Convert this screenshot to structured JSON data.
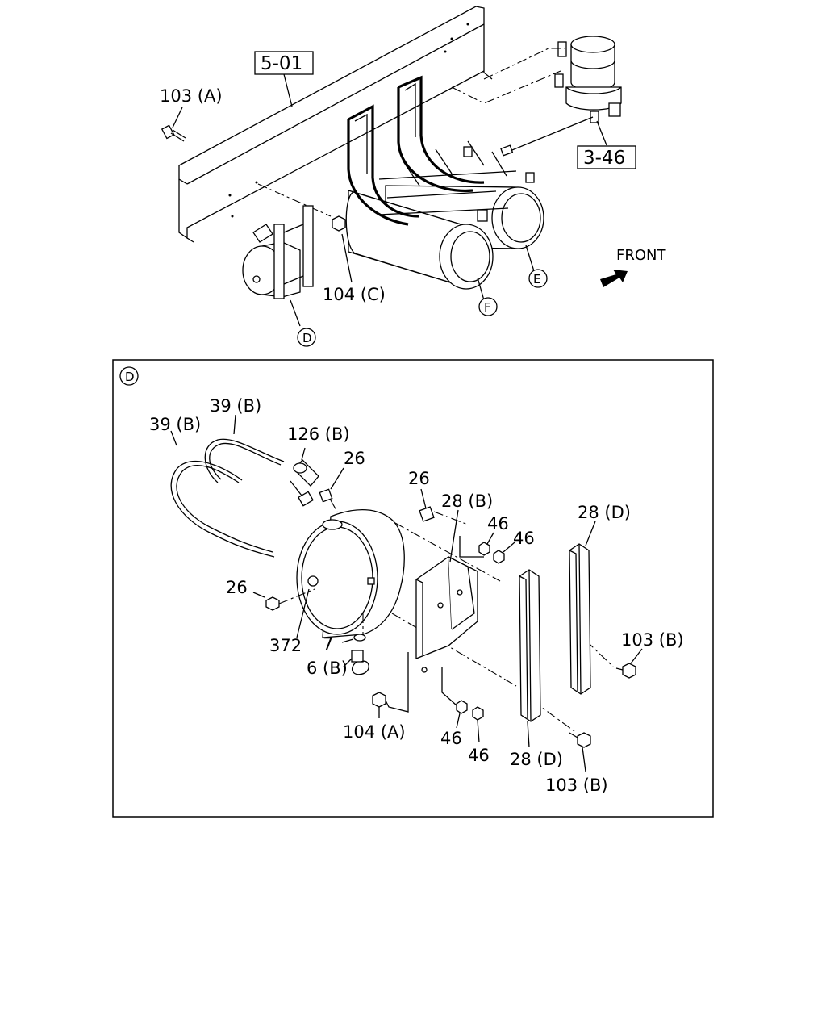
{
  "overview": {
    "refs": {
      "frame": "5-01",
      "dryer": "3-46"
    },
    "labels": {
      "bolt_a": "103 (A)",
      "nut_c": "104 (C)"
    },
    "direction": "FRONT",
    "circles": {
      "d": "D",
      "e": "E",
      "f": "F"
    }
  },
  "detail": {
    "circle": "D",
    "labels": {
      "pipe_b_upper": "39 (B)",
      "pipe_b_left": "39 (B)",
      "connector_126b": "126 (B)",
      "plug_26_top": "26",
      "plug_26_mid": "26",
      "plug_26_left": "26",
      "bracket_28b": "28 (B)",
      "nut_46_a": "46",
      "nut_46_b": "46",
      "channel_28d_right": "28 (D)",
      "channel_28d_bottom": "28 (D)",
      "bolt_103b_right": "103 (B)",
      "bolt_103b_bottom": "103 (B)",
      "tank_372": "372",
      "washer_7": "7",
      "drain_6b": "6 (B)",
      "nut_104a": "104 (A)",
      "nut_46_c": "46",
      "nut_46_d": "46"
    }
  }
}
